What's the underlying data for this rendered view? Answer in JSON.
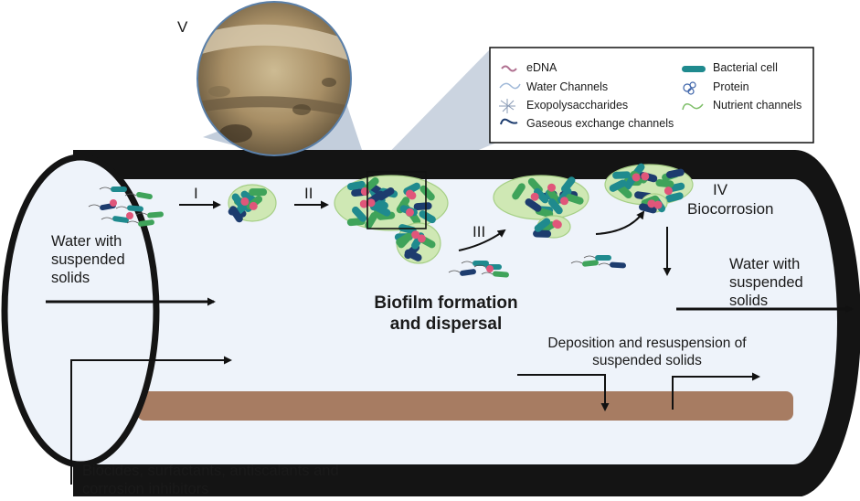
{
  "labels": {
    "stage_i": "I",
    "stage_ii": "II",
    "stage_iii": "III",
    "stage_iv": "IV",
    "stage_v": "V",
    "biocorrosion": "Biocorrosion",
    "water_in": "Water with\nsuspended\nsolids",
    "water_out": "Water with\nsuspended\nsolids",
    "biofilm_title": "Biofilm formation\nand dispersal",
    "deposition": "Deposition and resuspension of\nsuspended solids",
    "biocides": "Biocides, surfactants, antiscalants and\ncorrosion inhibitors"
  },
  "legend": {
    "items": [
      {
        "label": "eDNA",
        "icon": "edna-icon"
      },
      {
        "label": "Water Channels",
        "icon": "water-channel-icon"
      },
      {
        "label": "Exopolysaccharides",
        "icon": "exopolysaccharide-icon"
      },
      {
        "label": "Gaseous exchange channels",
        "icon": "gas-channel-icon"
      },
      {
        "label": "Bacterial cell",
        "icon": "bacterial-cell-icon"
      },
      {
        "label": "Protein",
        "icon": "protein-icon"
      },
      {
        "label": "Nutrient channels",
        "icon": "nutrient-channel-icon"
      }
    ]
  },
  "colors": {
    "pipe_wall": "#141414",
    "pipe_interior": "#eef3fa",
    "sediment": "#a77c62",
    "biofilm_matrix": "#cfe8b4",
    "cell_teal": "#1f8a8e",
    "cell_green": "#3fa35a",
    "cell_navy": "#1d3c6e",
    "cell_pink": "#e0567a",
    "zoom_fill": "#b9c6d6"
  }
}
